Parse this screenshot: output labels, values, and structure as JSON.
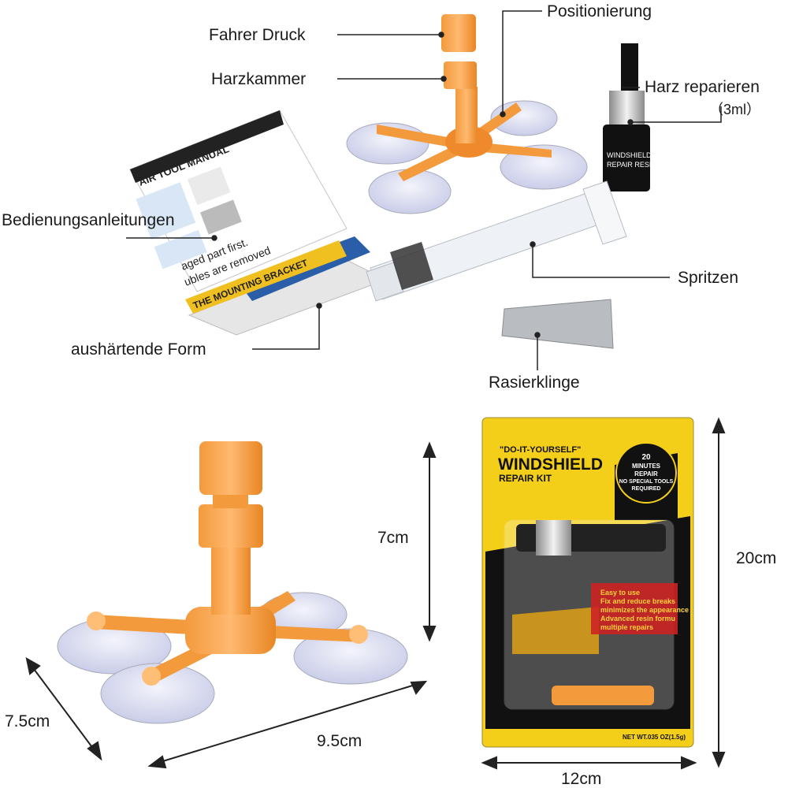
{
  "callouts": {
    "driver": "Fahrer Druck",
    "positioning": "Positionierung",
    "resin_chamber": "Harzkammer",
    "resin": "Harz reparieren",
    "resin_volume": "（3ml）",
    "manual": "Bedienungsanleitungen",
    "syringe": "Spritzen",
    "curing_film": "aushärtende Form",
    "razor": "Rasierklinge"
  },
  "dimensions": {
    "tool_height": "7cm",
    "tool_depth": "7.5cm",
    "tool_width": "9.5cm",
    "pack_height": "20cm",
    "pack_width": "12cm"
  },
  "manual": {
    "title": "AIR TOOL MANUAL",
    "warning_1": "aged part first.",
    "warning_2": "ubles are removed",
    "banner": "THE MOUNTING BRACKET"
  },
  "resin_bottle": {
    "line_1": "WINDSHIELD",
    "line_2": "REPAIR RESIN"
  },
  "package": {
    "tagline": "\"DO-IT-YOURSELF\"",
    "title": "WINDSHIELD",
    "subtitle": "REPAIR KIT",
    "badge_1": "20",
    "badge_2": "MINUTES",
    "badge_3": "REPAIR",
    "badge_4": "NO SPECIAL TOOLS",
    "badge_5": "REQUIRED",
    "feature_1": "Easy to use",
    "feature_2": "Fix and reduce breaks",
    "feature_3": "minimizes the appearance",
    "feature_4": "Advanced resin formu",
    "feature_5": "multiple repairs",
    "weight": "NET WT.035 OZ(1.5g)"
  },
  "colors": {
    "orange": "#f5a04a",
    "orange_dark": "#e07f1e",
    "package_yellow": "#f4cf1a",
    "package_black": "#111111",
    "cup": "#d9dcf0"
  }
}
